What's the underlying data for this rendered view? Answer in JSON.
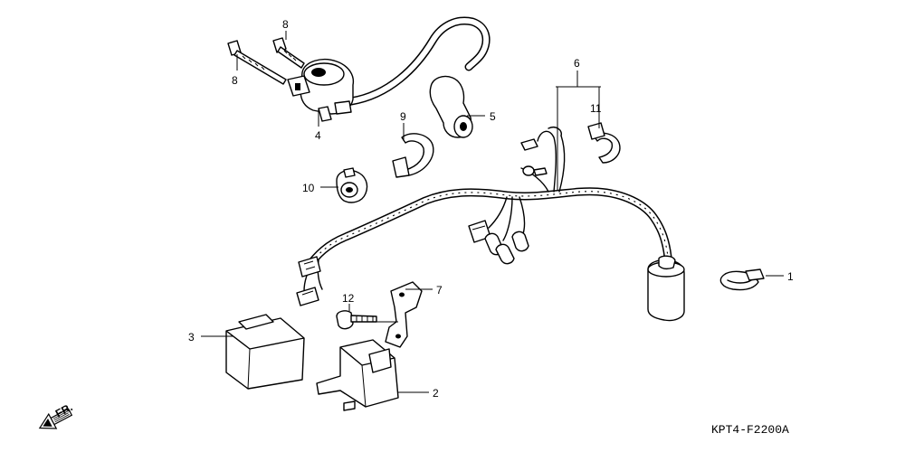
{
  "diagram": {
    "callouts": {
      "c1": "1",
      "c2": "2",
      "c3": "3",
      "c4": "4",
      "c5": "5",
      "c6": "6",
      "c7": "7",
      "c8a": "8",
      "c8b": "8",
      "c9": "9",
      "c10": "10",
      "c11": "11",
      "c12": "12"
    },
    "direction_label": "FR.",
    "diagram_code": "KPT4-F2200A"
  }
}
